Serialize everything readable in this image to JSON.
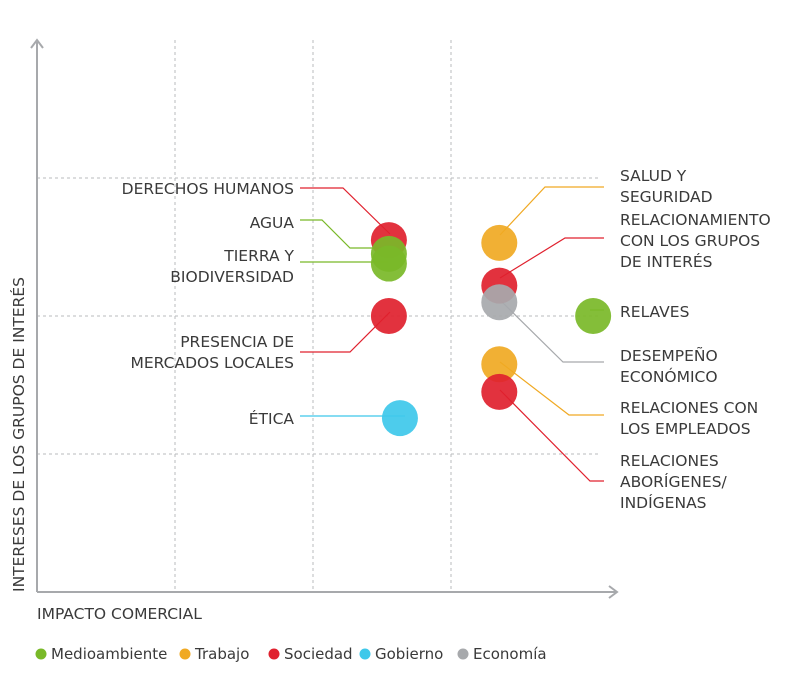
{
  "chart_data": {
    "type": "scatter",
    "xlabel": "IMPACTO COMERCIAL",
    "ylabel": "INTERESES DE LOS GRUPOS DE INTERÉS",
    "xlim": [
      0,
      4.2
    ],
    "ylim": [
      0,
      4
    ],
    "grid_x": [
      1,
      2,
      3
    ],
    "grid_y": [
      1,
      2,
      3
    ],
    "grid": "dashed",
    "legend_position": "bottom-left",
    "categories": [
      {
        "name": "Medioambiente",
        "color": "#79b928"
      },
      {
        "name": "Trabajo",
        "color": "#f0a923"
      },
      {
        "name": "Sociedad",
        "color": "#e0212e"
      },
      {
        "name": "Gobierno",
        "color": "#3ec8ea"
      },
      {
        "name": "Economía",
        "color": "#a7a9ac"
      }
    ],
    "points": [
      {
        "label": [
          "DERECHOS HUMANOS"
        ],
        "category": "Sociedad",
        "x": 2.55,
        "y": 2.55
      },
      {
        "label": [
          "AGUA"
        ],
        "category": "Medioambiente",
        "x": 2.55,
        "y": 2.45
      },
      {
        "label": [
          "TIERRA Y",
          "BIODIVERSIDAD"
        ],
        "category": "Medioambiente",
        "x": 2.55,
        "y": 2.38
      },
      {
        "label": [
          "PRESENCIA DE",
          "MERCADOS LOCALES"
        ],
        "category": "Sociedad",
        "x": 2.55,
        "y": 2.0
      },
      {
        "label": [
          "ÉTICA"
        ],
        "category": "Gobierno",
        "x": 2.63,
        "y": 1.26
      },
      {
        "label": [
          "SALUD Y",
          "SEGURIDAD"
        ],
        "category": "Trabajo",
        "x": 3.35,
        "y": 2.53
      },
      {
        "label": [
          "RELACIONAMIENTO",
          "CON LOS GRUPOS",
          "DE INTERÉS"
        ],
        "category": "Sociedad",
        "x": 3.35,
        "y": 2.22
      },
      {
        "label": [
          "DESEMPEÑO",
          "ECONÓMICO"
        ],
        "category": "Economía",
        "x": 3.35,
        "y": 2.1
      },
      {
        "label": [
          "RELAVES"
        ],
        "category": "Medioambiente",
        "x": 4.03,
        "y": 2.0
      },
      {
        "label": [
          "RELACIONES CON",
          "LOS EMPLEADOS"
        ],
        "category": "Trabajo",
        "x": 3.35,
        "y": 1.65
      },
      {
        "label": [
          "RELACIONES",
          "ABORÍGENES/",
          "INDÍGENAS"
        ],
        "category": "Sociedad",
        "x": 3.35,
        "y": 1.45
      }
    ]
  }
}
